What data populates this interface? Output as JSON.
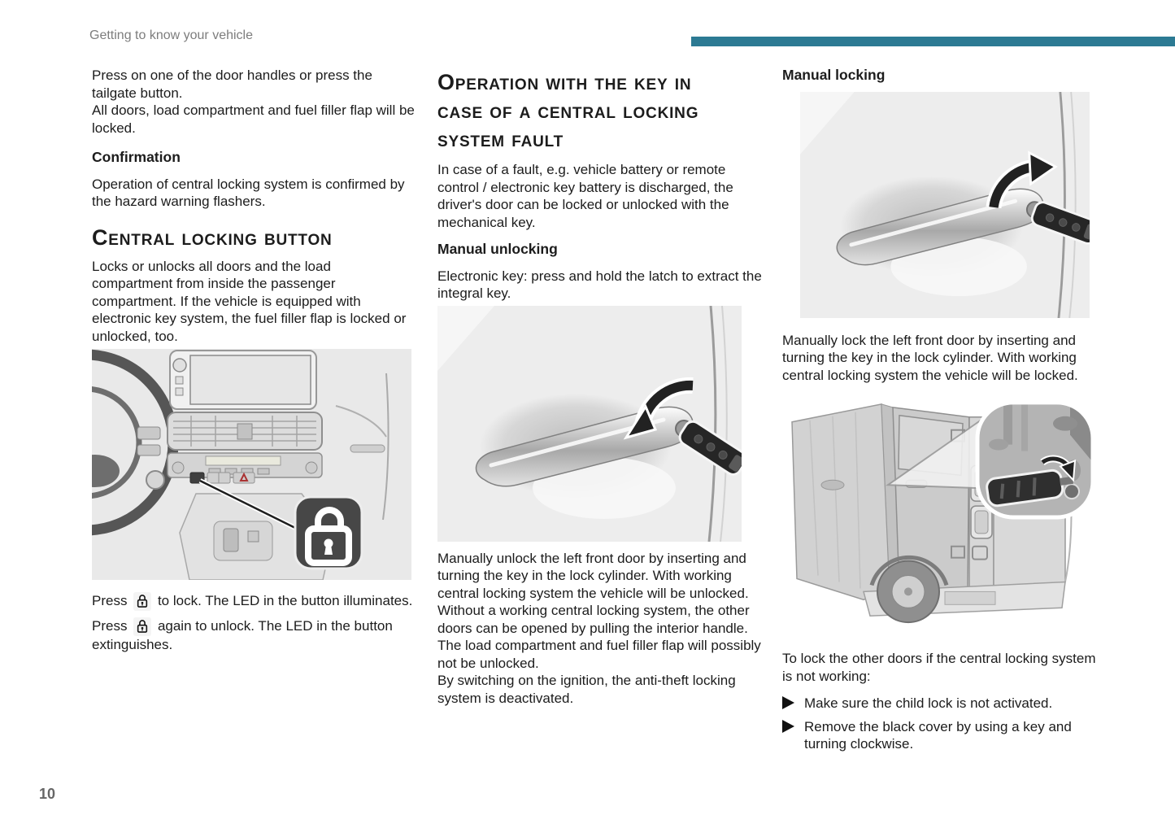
{
  "page": {
    "running_header": "Getting to know your vehicle",
    "page_number": "10",
    "accent_color": "#2c7a93"
  },
  "col_left": {
    "intro_lines": [
      "Press on one of the door handles or press the tailgate button.",
      "All doors, load compartment and fuel filler flap will be locked."
    ],
    "confirmation_heading": "Confirmation",
    "confirmation_text": "Operation of central locking system is confirmed by the hazard warning flashers.",
    "section_heading": "Central locking button",
    "section_intro": "Locks or unlocks all doors and the load compartment from inside the passenger compartment. If the vehicle is equipped with electronic key system, the fuel filler flap is locked or unlocked, too.",
    "press_lock": {
      "before": "Press",
      "after": "to lock. The LED in the button illuminates."
    },
    "press_unlock": {
      "before": "Press",
      "after": "again to unlock. The LED in the button extinguishes."
    }
  },
  "col_middle": {
    "heading_lines": [
      "Operation with the key in",
      "case of a central locking",
      "system fault"
    ],
    "intro": "In case of a fault, e.g. vehicle battery or remote control / electronic key battery is discharged, the driver's door can be locked or unlocked with the mechanical key.",
    "sub_heading": "Manual unlocking",
    "sub_text": "Electronic key: press and hold the latch to extract the integral key.",
    "body_lines": [
      "Manually unlock the left front door by inserting and turning the key in the lock cylinder. With working central locking system the vehicle will be unlocked.",
      "Without a working central locking system, the other doors can be opened by pulling the interior handle.",
      "The load compartment and fuel filler flap will possibly not be unlocked.",
      "By switching on the ignition, the anti-theft locking system is deactivated."
    ]
  },
  "col_right": {
    "sub_heading": "Manual locking",
    "body1": "Manually lock the left front door by inserting and turning the key in the lock cylinder. With working central locking system the vehicle will be locked.",
    "body2": "To lock the other doors if the central locking system is not working:",
    "bullets": [
      "Make sure the child lock is not activated.",
      "Remove the black cover by using a key and turning clockwise."
    ]
  },
  "icons": {
    "central_locking_button": "padlock-icon",
    "bullet_marker": "triangle-right-icon",
    "turn_unlock": "curved-arrow-counterclockwise-icon",
    "turn_lock": "curved-arrow-clockwise-icon"
  }
}
